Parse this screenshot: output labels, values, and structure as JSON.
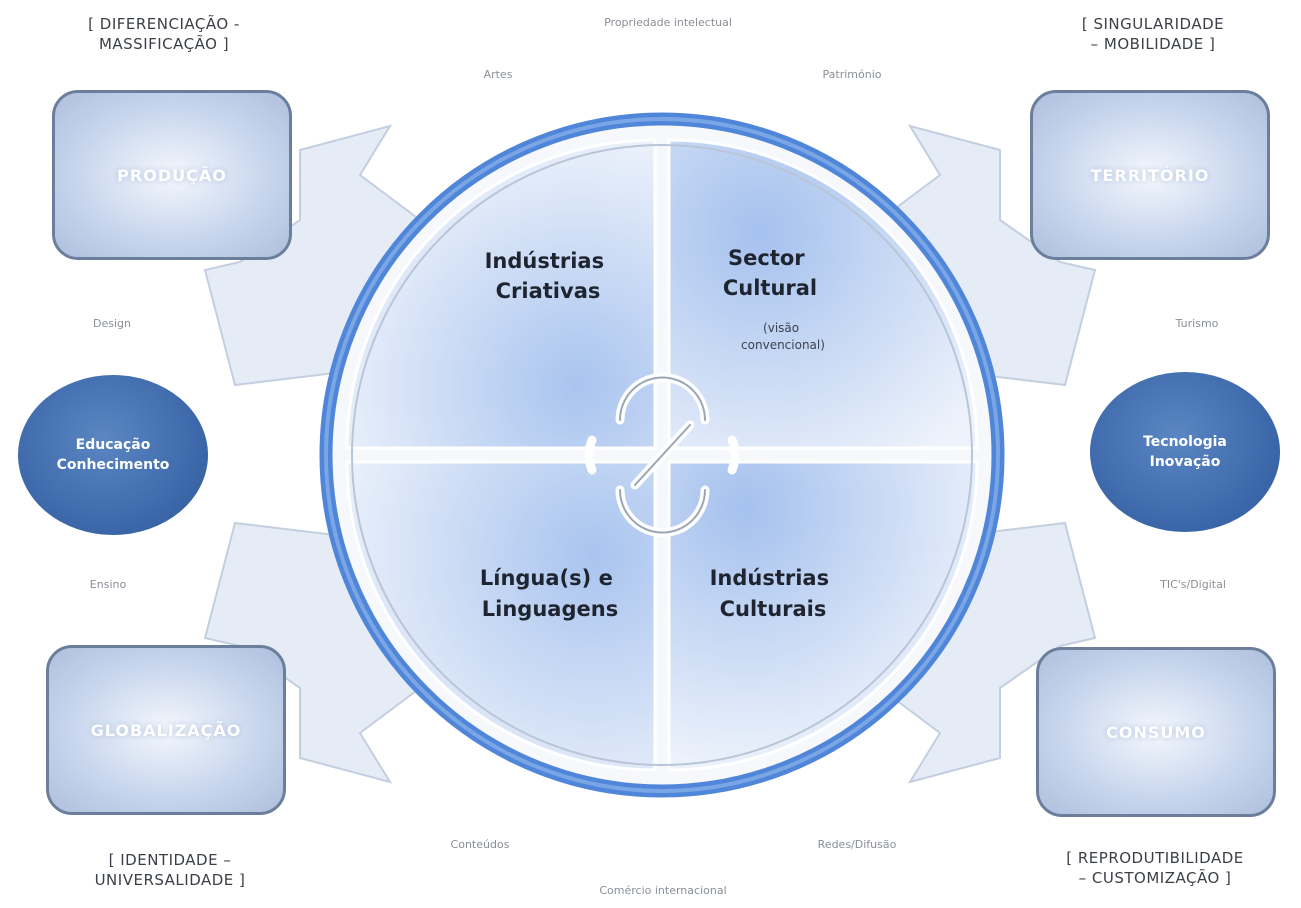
{
  "corner_labels": {
    "top_left": [
      "[ DIFERENCIAÇÃO -",
      "MASSIFICAÇÃO ]"
    ],
    "top_right": [
      "[ SINGULARIDADE",
      "– MOBILIDADE ]"
    ],
    "bottom_left": [
      "[ IDENTIDADE –",
      "UNIVERSALIDADE ]"
    ],
    "bottom_right": [
      "[ REPRODUTIBILIDADE",
      "– CUSTOMIZAÇÃO ]"
    ]
  },
  "boxes": {
    "top_left": "PRODUÇÃO",
    "top_right": "TERRITÓRIO",
    "bottom_left": "GLOBALIZAÇÃO",
    "bottom_right": "CONSUMO"
  },
  "ovals": {
    "left": [
      "Educação",
      "Conhecimento"
    ],
    "right": [
      "Tecnologia",
      "Inovação"
    ]
  },
  "small_labels": {
    "top": "Propriedade intelectual",
    "artes": "Artes",
    "patrimonio": "Património",
    "design": "Design",
    "turismo": "Turismo",
    "ensino": "Ensino",
    "tic": "TIC's/Digital",
    "conteudos": "Conteúdos",
    "redes": "Redes/Difusão",
    "bottom": "Comércio internacional"
  },
  "quadrants": {
    "top_left": [
      "Indústrias",
      "Criativas"
    ],
    "top_right": [
      "Sector",
      "Cultural"
    ],
    "top_right_sub": [
      "(visão",
      "convencional)"
    ],
    "bottom_left": [
      "Língua(s) e",
      "Linguagens"
    ],
    "bottom_right": [
      "Indústrias",
      "Culturais"
    ]
  },
  "colors": {
    "ring": "#4f86d9",
    "quadrant_light": "#eef3fb",
    "quadrant_dark": "#a9c4ef",
    "oval": "#3a66a8",
    "box_border": "#6b7f9c",
    "arrow_fill": "#e5ecf6"
  }
}
